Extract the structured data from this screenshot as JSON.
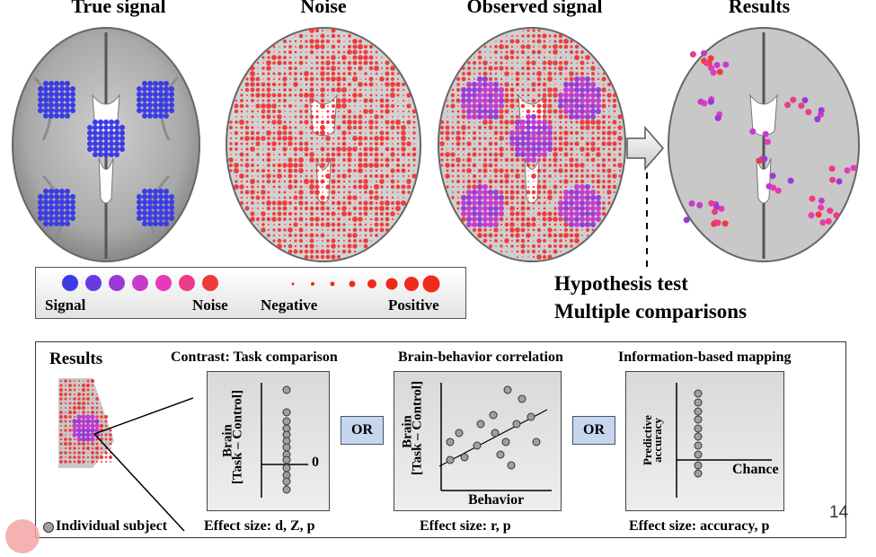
{
  "headings": {
    "true_signal": "True signal",
    "noise": "Noise",
    "observed_signal": "Observed signal",
    "results": "Results"
  },
  "legend": {
    "signal_label": "Signal",
    "noise_label": "Noise",
    "negative_label": "Negative",
    "positive_label": "Positive",
    "color_scale": [
      "#3a3ae6",
      "#6a3ae0",
      "#9a3ad6",
      "#c83acc",
      "#e63ab8",
      "#ee3a8a",
      "#f03a3a"
    ],
    "size_scale_color": "#f02a1a"
  },
  "test_labels": {
    "line1": "Hypothesis test",
    "line2": "Multiple comparisons"
  },
  "bottom": {
    "results_label": "Results",
    "individual_subject": "Individual subject",
    "or_label": "OR",
    "page_number": "14",
    "panels": [
      {
        "title": "Contrast: Task comparison",
        "ylabel_1": "Brain",
        "ylabel_2": "[Task – Control]",
        "zero_label": "0",
        "effect": "Effect size: d, Z, p"
      },
      {
        "title": "Brain-behavior correlation",
        "ylabel_1": "Brain",
        "ylabel_2": "[Task – Control]",
        "xlabel": "Behavior",
        "effect": "Effect size: r, p"
      },
      {
        "title": "Information-based mapping",
        "ylabel_1": "Predictive",
        "ylabel_2": "accuracy",
        "chance_label": "Chance",
        "effect": "Effect size: accuracy, p"
      }
    ]
  },
  "colors": {
    "signal": "#3a3ae6",
    "noise": "#f03a3a",
    "subject_dot": "#a0a0a0",
    "or_fill": "#c7d5ef"
  },
  "icons": [
    "brain-axial-image",
    "right-arrow-icon",
    "dashed-line",
    "subject-dot-icon",
    "pointer-circle-icon"
  ]
}
